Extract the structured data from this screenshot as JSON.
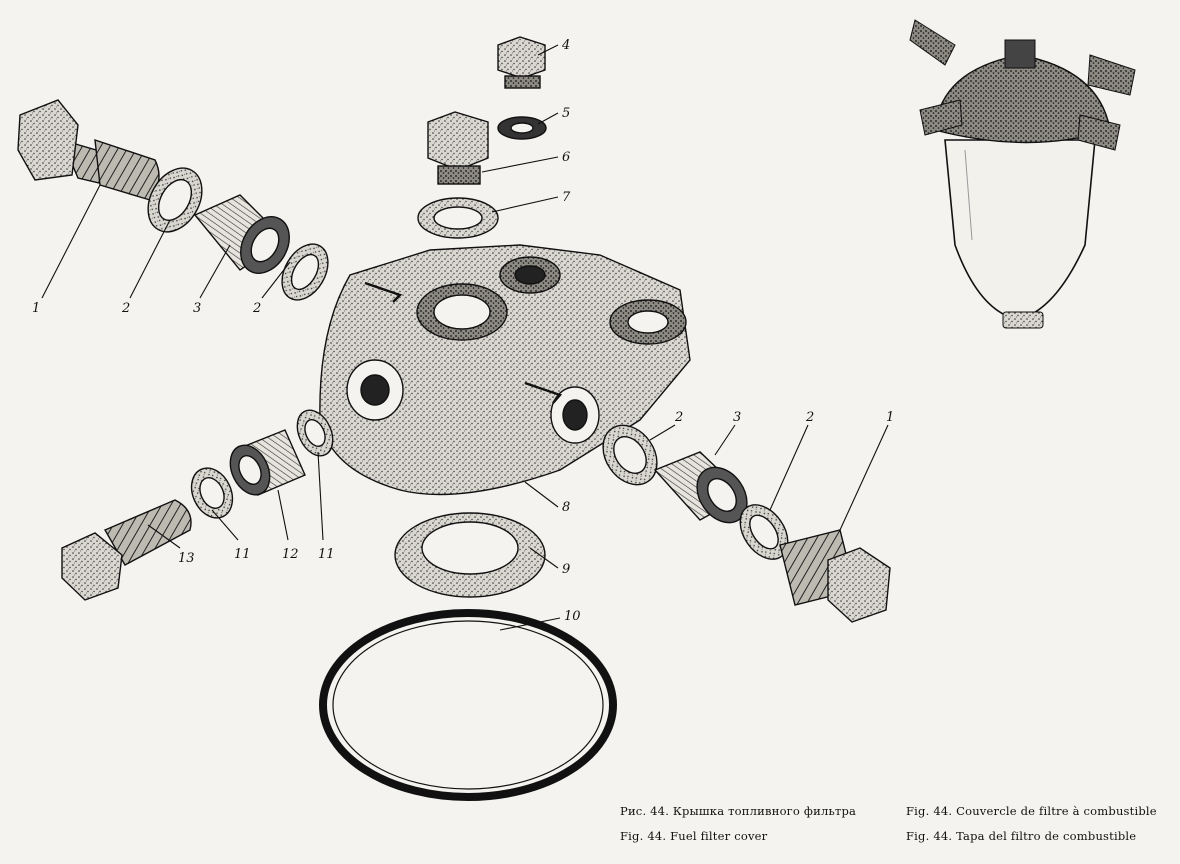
{
  "figure": {
    "captions": {
      "ru": "Рис. 44. Крышка топливного фильтра",
      "en": "Fig. 44. Fuel filter cover",
      "fr": "Fig. 44. Couvercle de filtre à combustible",
      "es": "Fig. 44. Tapa del filtro de combustible"
    }
  },
  "callouts": {
    "c1_left": "1",
    "c2_left_a": "2",
    "c3_left": "3",
    "c2_left_b": "2",
    "c4": "4",
    "c5": "5",
    "c6": "6",
    "c7": "7",
    "c8": "8",
    "c9": "9",
    "c10": "10",
    "c11_a": "11",
    "c12": "12",
    "c11_b": "11",
    "c13": "13",
    "c2_right_a": "2",
    "c3_right": "3",
    "c2_right_b": "2",
    "c1_right": "1"
  }
}
